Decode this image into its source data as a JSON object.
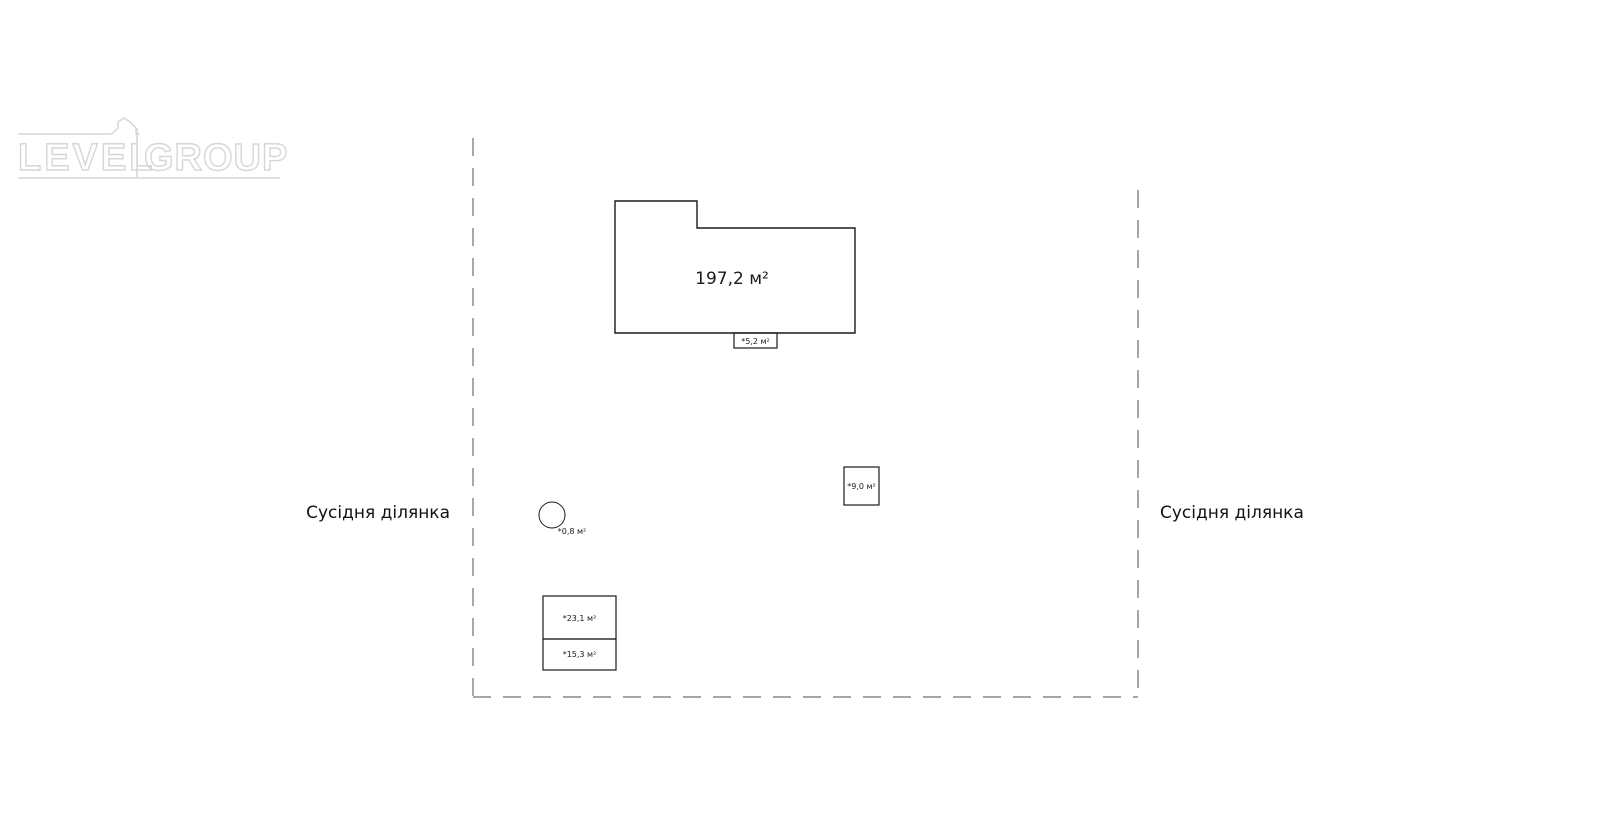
{
  "logo": {
    "text_left": "LEVEL",
    "text_right": "GROUP",
    "color": "#d6d6d6"
  },
  "plan": {
    "line_color": "#1a1a1a",
    "boundary_color": "#8a8a8a",
    "neighbor_left": "Сусідня ділянка",
    "neighbor_right": "Сусідня ділянка",
    "main_house_area": "197,2 м²",
    "porch_area": "*5,2 м²",
    "small_building_area": "*9,0 м²",
    "well_area": "*0,8 м²",
    "outbuilding_top_area": "*23,1 м²",
    "outbuilding_bottom_area": "*15,3 м²"
  }
}
